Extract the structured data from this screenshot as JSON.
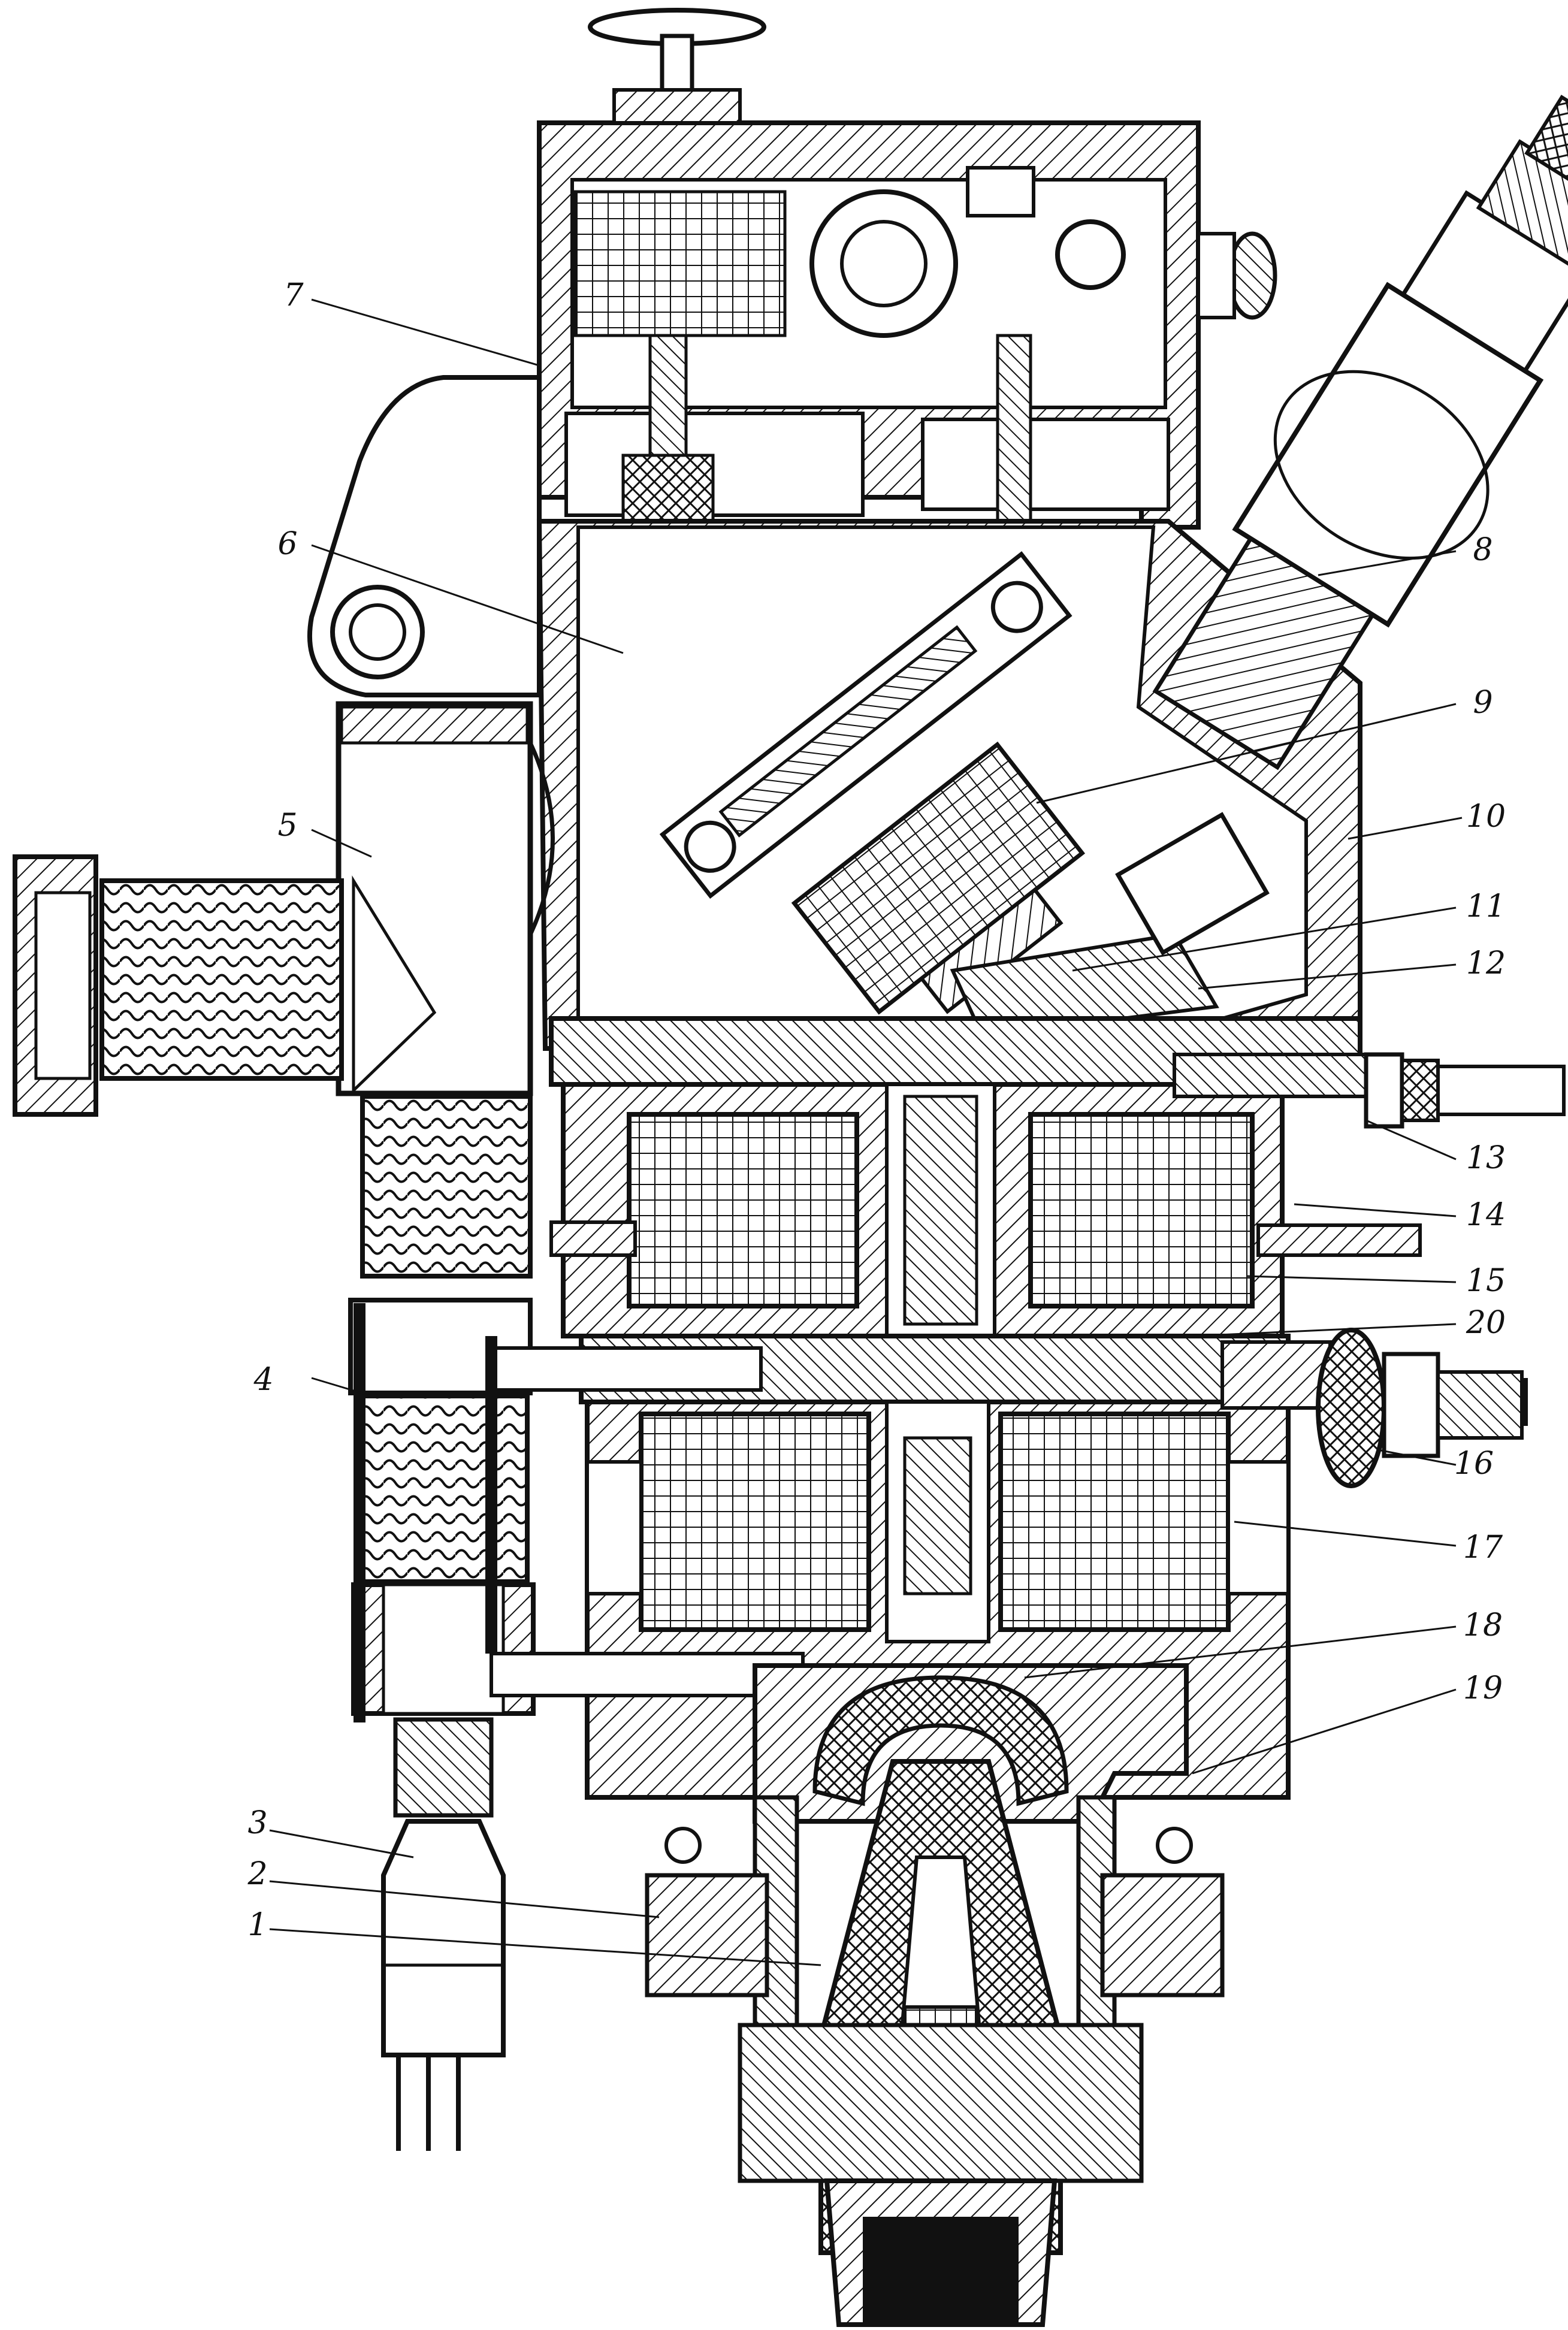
{
  "figure": {
    "labels": {
      "l1": "1",
      "l2": "2",
      "l3": "3",
      "l4": "4",
      "l5": "5",
      "l6": "6",
      "l7": "7",
      "l8": "8",
      "l9": "9",
      "l10": "10",
      "l11": "11",
      "l12": "12",
      "l13": "13",
      "l14": "14",
      "l15": "15",
      "l16": "16",
      "l17": "17",
      "l18": "18",
      "l19": "19",
      "l20": "20"
    }
  }
}
